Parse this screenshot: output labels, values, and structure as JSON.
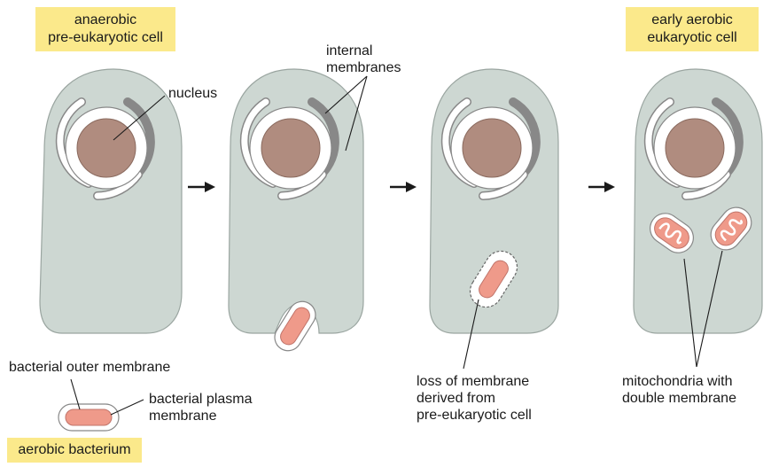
{
  "titles": {
    "start": "anaerobic\npre-eukaryotic cell",
    "end": "early aerobic\neukaryotic cell",
    "bacterium": "aerobic bacterium"
  },
  "labels": {
    "nucleus": "nucleus",
    "internal_membranes": "internal\nmembranes",
    "outer_membrane": "bacterial outer membrane",
    "plasma_membrane": "bacterial plasma\nmembrane",
    "loss_membrane": "loss of membrane\nderived from\npre-eukaryotic cell",
    "mitochondria": "mitochondria with\ndouble membrane"
  },
  "colors": {
    "cytoplasm": "#cdd7d2",
    "nucleus": "#b08c7f",
    "bacterium": "#ef9a8a",
    "title_box": "#fbe98b"
  }
}
